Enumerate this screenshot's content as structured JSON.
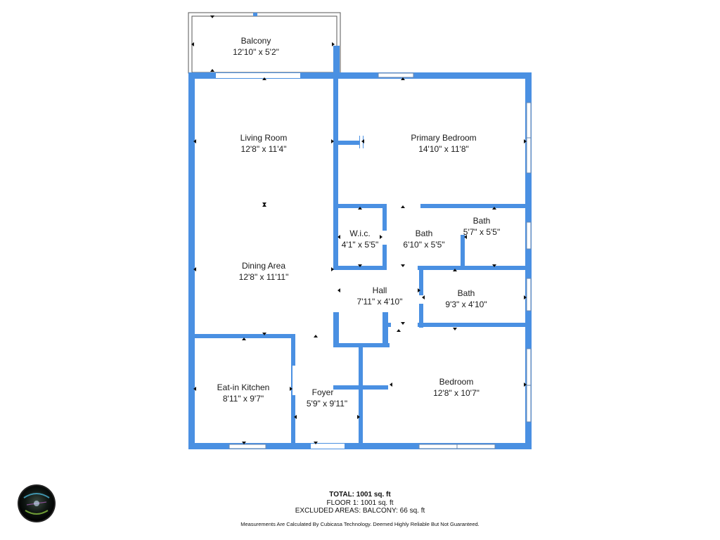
{
  "rooms": [
    {
      "id": "balcony",
      "name": "Balcony",
      "dims": "12'10\" x 5'2\""
    },
    {
      "id": "living-room",
      "name": "Living Room",
      "dims": "12'8\" x 11'4\""
    },
    {
      "id": "primary-bedroom",
      "name": "Primary Bedroom",
      "dims": "14'10\" x 11'8\""
    },
    {
      "id": "wic",
      "name": "W.i.c.",
      "dims": "4'1\" x 5'5\""
    },
    {
      "id": "bath-center",
      "name": "Bath",
      "dims": "6'10\" x 5'5\""
    },
    {
      "id": "bath-upper-right",
      "name": "Bath",
      "dims": "5'7\" x 5'5\""
    },
    {
      "id": "dining-area",
      "name": "Dining Area",
      "dims": "12'8\" x 11'11\""
    },
    {
      "id": "hall",
      "name": "Hall",
      "dims": "7'11\" x 4'10\""
    },
    {
      "id": "bath-right",
      "name": "Bath",
      "dims": "9'3\" x 4'10\""
    },
    {
      "id": "eat-in-kitchen",
      "name": "Eat-in Kitchen",
      "dims": "8'11\" x 9'7\""
    },
    {
      "id": "foyer",
      "name": "Foyer",
      "dims": "5'9\" x 9'11\""
    },
    {
      "id": "bedroom",
      "name": "Bedroom",
      "dims": "12'8\" x 10'7\""
    }
  ],
  "summary": {
    "total": "TOTAL: 1001 sq. ft",
    "floor": "FLOOR 1: 1001 sq. ft",
    "excluded": "EXCLUDED AREAS: BALCONY: 66 sq. ft",
    "disclaimer": "Measurements Are Calculated By Cubicasa Technology. Deemed Highly Reliable But Not Guaranteed."
  },
  "colors": {
    "wall": "#4a90e2",
    "text": "#1a1a1a"
  }
}
